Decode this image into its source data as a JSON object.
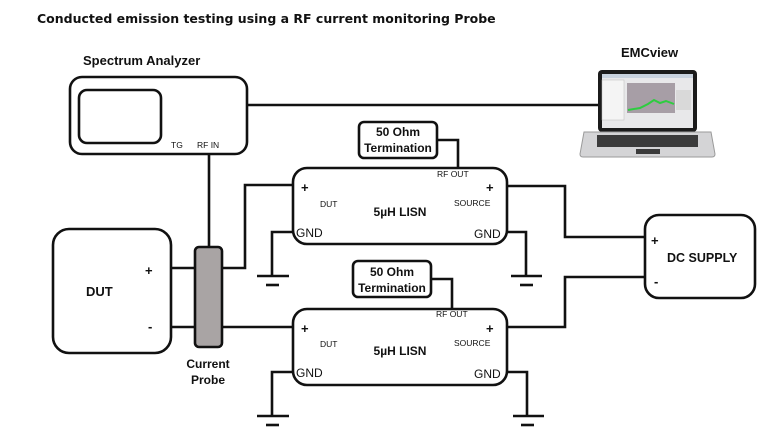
{
  "title": "Conducted emission testing using a RF current monitoring Probe",
  "spectrum_analyzer": {
    "label": "Spectrum Analyzer",
    "port_tg": "TG",
    "port_rf_in": "RF IN"
  },
  "emcview": {
    "label": "EMCview"
  },
  "termination_top": {
    "line1": "50 Ohm",
    "line2": "Termination"
  },
  "termination_bottom": {
    "line1": "50 Ohm",
    "line2": "Termination"
  },
  "lisn_top": {
    "label": "5µH LISN",
    "rf_out": "RF OUT",
    "dut": "DUT",
    "source": "SOURCE",
    "plus_left": "+",
    "plus_right": "+",
    "gnd_left": "GND",
    "gnd_right": "GND"
  },
  "lisn_bottom": {
    "label": "5µH LISN",
    "rf_out": "RF OUT",
    "dut": "DUT",
    "source": "SOURCE",
    "plus_left": "+",
    "plus_right": "+",
    "gnd_left": "GND",
    "gnd_right": "GND"
  },
  "dut": {
    "label": "DUT",
    "plus": "+",
    "minus": "-"
  },
  "current_probe": {
    "line1": "Current",
    "line2": "Probe",
    "color": "#a9a4a4"
  },
  "dc_supply": {
    "label": "DC SUPPLY",
    "plus": "+",
    "minus": "-"
  }
}
